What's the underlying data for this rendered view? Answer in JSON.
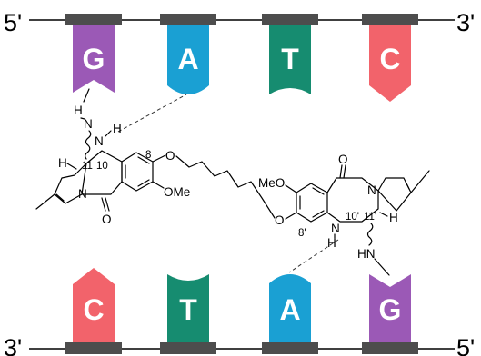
{
  "top_strand": {
    "label_left": "5'",
    "label_right": "3'",
    "bases": [
      {
        "letter": "G",
        "color": "#9b59b6"
      },
      {
        "letter": "A",
        "color": "#1aa0d3"
      },
      {
        "letter": "T",
        "color": "#168c70"
      },
      {
        "letter": "C",
        "color": "#f2636b"
      }
    ]
  },
  "bottom_strand": {
    "label_left": "3'",
    "label_right": "5'",
    "bases": [
      {
        "letter": "C",
        "color": "#f2636b"
      },
      {
        "letter": "T",
        "color": "#168c70"
      },
      {
        "letter": "A",
        "color": "#1aa0d3"
      },
      {
        "letter": "G",
        "color": "#9b59b6"
      }
    ]
  },
  "molecule": {
    "left_unit": {
      "hn_amine": "H",
      "hn_n": "N",
      "h_nh": "H",
      "n_nh": "N",
      "pos_11": "11",
      "pos_10": "10",
      "pos_8": "8",
      "h_11a": "H",
      "n_ring": "N",
      "o_carbonyl": "O",
      "o_ether": "O",
      "ome": "OMe"
    },
    "right_unit": {
      "o_carbonyl": "O",
      "n_ring": "N",
      "meo": "MeO",
      "o_ether": "O",
      "pos_8p": "8'",
      "n_nh": "N",
      "pos_10p": "10'",
      "pos_11p": "11'",
      "h_11ap": "H",
      "h_nh": "H",
      "hn": "HN"
    }
  }
}
